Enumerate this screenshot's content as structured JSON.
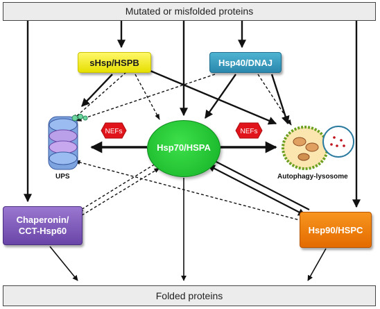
{
  "top_bar": "Mutated or misfolded proteins",
  "bottom_bar": "Folded proteins",
  "nodes": {
    "shsp": "sHsp/HSPB",
    "hsp40": "Hsp40/DNAJ",
    "hsp70": "Hsp70/HSPA",
    "chaperonin_line1": "Chaperonin/",
    "chaperonin_line2": "CCT-Hsp60",
    "hsp90": "Hsp90/HSPC"
  },
  "nefs_left": "NEFs",
  "nefs_right": "NEFs",
  "ups": "UPS",
  "autophagy": "Autophagy-lysosome",
  "colors": {
    "shsp": "#f2ec00",
    "hsp40": "#3a9dc3",
    "hsp70": "#22c934",
    "chaperonin": "#7e5bbd",
    "hsp90": "#f07d0a",
    "nefs": "#e0141a"
  }
}
